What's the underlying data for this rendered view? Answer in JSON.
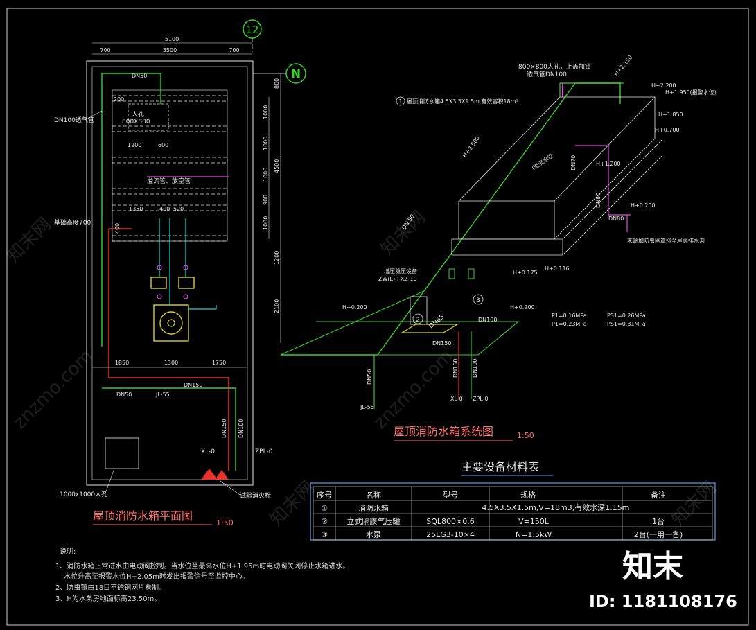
{
  "colors": {
    "background": "#000000",
    "outline": "#e6e6e6",
    "pipe_green": "#39d12b",
    "pipe_red": "#e8322c",
    "pipe_magenta": "#e04ae0",
    "pipe_cyan": "#22d4d4",
    "tank_yellow": "#d8d21c",
    "title_red": "#ff6f6f",
    "table_blue": "#5fa0e8"
  },
  "plan": {
    "axis_marker": "12",
    "north_marker": "N",
    "title": "屋顶消防水箱平面图",
    "scale": "1:50",
    "dims_top": [
      "5100",
      "700",
      "3500",
      "700"
    ],
    "dims_right": [
      "800",
      "1000",
      "1000",
      "1000",
      "900",
      "1000",
      "1200",
      "2100",
      "4500"
    ],
    "dims_inner": [
      "1200",
      "600",
      "1350",
      "400",
      "520"
    ],
    "dims_bottom": [
      "1850",
      "1300",
      "1750"
    ],
    "labels": {
      "dn50_top": "DN50",
      "vent": "DN100透气管",
      "manhole": "人孔",
      "manhole_size": "800X800",
      "overflow": "溢流管、放空管",
      "base_height": "基础高度700",
      "dn150": "DN150",
      "dn50": "DN50",
      "jl55": "JL-55",
      "dn150_v": "DN150",
      "dn100_v": "DN100",
      "xl0": "XL-0",
      "zpl0": "ZPL-0",
      "manhole_bottom": "1000x1000人孔",
      "test_hydrant": "试验消火栓",
      "small_200": "200",
      "small_400": "400"
    }
  },
  "notes": {
    "heading": "说明:",
    "lines": [
      "1、消防水箱正常进水由电动阀控制。当水位至最高水位H+1.95m时电动阀关闭停止水箱进水。",
      "水位升高至报警水位H+2.05m时发出报警信号至监控中心。",
      "2、防虫薑由18目不锈钢网片卷制。",
      "3、H为水泵房地面标高23.50m。"
    ]
  },
  "system": {
    "title": "屋顶消防水箱系统图",
    "scale": "1:50",
    "labels": {
      "manhole_top": "800×800人孔，上盖加锁",
      "vent": "透气管DN100",
      "tank_note": "屋顶消防水箱4.5X3.5X1.5m,有效容积18m³",
      "tank_num": "1",
      "h2150": "H+2.150",
      "h2200": "H+2.200",
      "h1950": "H+1.950(报警水位)",
      "h1850": "H+1.850",
      "h0700": "H+0.700",
      "h1200": "H+1.200",
      "h0200_r": "H+0.200",
      "dn80": "DN80",
      "drain": "末端加防虫网罩排至屋面排水沟",
      "overflow_level": "(溢流水位",
      "dn70": "DN70",
      "dn80_v": "DN80",
      "h2500": "H+2.500",
      "dn50_diag": "DN 50",
      "h0175": "H+0.175",
      "h0116": "H+0.116",
      "pump_set": "增压稳压设备",
      "pump_model": "ZW(L)-I-XZ-10",
      "h0200_l": "H+0.200",
      "h0200_m": "H+0.200",
      "dn65": "DN65",
      "dn100": "DN100",
      "dn150": "DN150",
      "dn50_v": "DN50",
      "dn150_v": "DN150",
      "dn100_v": "DN100",
      "jl55": "JL-55",
      "xl0": "XL-0",
      "zpl0": "ZPL-0",
      "p1": "P1=0.16MPa",
      "p2": "P1=0.23MPa",
      "ps1": "PS1=0.26MPa",
      "ps2": "PS1=0.31MPa",
      "num2": "2",
      "num3": "3"
    }
  },
  "table": {
    "title": "主要设备材料表",
    "headers": [
      "序号",
      "名称",
      "型号",
      "规格",
      "备注"
    ],
    "rows": [
      [
        "①",
        "消防水箱",
        "",
        "4.5X3.5X1.5m,V=18m3,有效水深1.15m",
        ""
      ],
      [
        "②",
        "立式隔膜气压罐",
        "SQL800×0.6",
        "V=150L",
        "1台"
      ],
      [
        "③",
        "水泵",
        "25LG3-10×4",
        "N=1.5kW",
        "2台(一用一备)"
      ]
    ]
  },
  "watermark": {
    "brand": "知末",
    "id": "ID: 1181108176",
    "site": "znzmo.com",
    "site_cn": "知末网"
  }
}
